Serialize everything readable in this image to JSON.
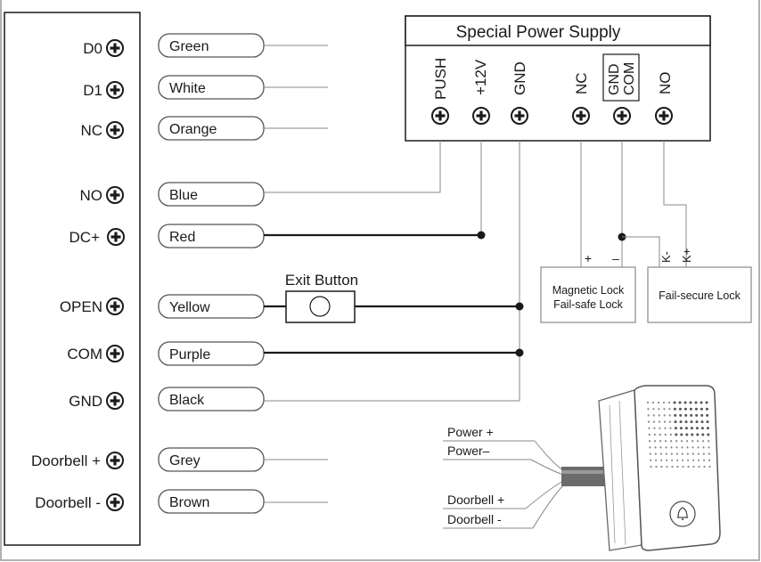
{
  "controller": {
    "terminals": [
      {
        "label": "D0",
        "wire": "Green"
      },
      {
        "label": "D1",
        "wire": "White"
      },
      {
        "label": "NC",
        "wire": "Orange"
      },
      {
        "label": "NO",
        "wire": "Blue"
      },
      {
        "label": "DC+",
        "wire": "Red"
      },
      {
        "label": "OPEN",
        "wire": "Yellow"
      },
      {
        "label": "COM",
        "wire": "Purple"
      },
      {
        "label": "GND",
        "wire": "Black"
      },
      {
        "label": "Doorbell +",
        "wire": "Grey"
      },
      {
        "label": "Doorbell -",
        "wire": "Brown"
      }
    ]
  },
  "power_supply": {
    "title": "Special Power Supply",
    "terminals": [
      "PUSH",
      "+12V",
      "GND",
      "NC",
      "GND",
      "COM",
      "NO"
    ]
  },
  "exit_button": {
    "label": "Exit Button"
  },
  "locks": {
    "magnetic": {
      "line1": "Magnetic Lock",
      "line2": "Fail-safe Lock",
      "plus": "+",
      "minus": "–"
    },
    "failsecure": {
      "label": "Fail-secure Lock",
      "kminus": "K-",
      "kplus": "K+"
    }
  },
  "doorbell": {
    "power_plus": "Power +",
    "power_minus": "Power–",
    "bell_plus": "Doorbell +",
    "bell_minus": "Doorbell -",
    "bell_icon": "bell-icon"
  }
}
